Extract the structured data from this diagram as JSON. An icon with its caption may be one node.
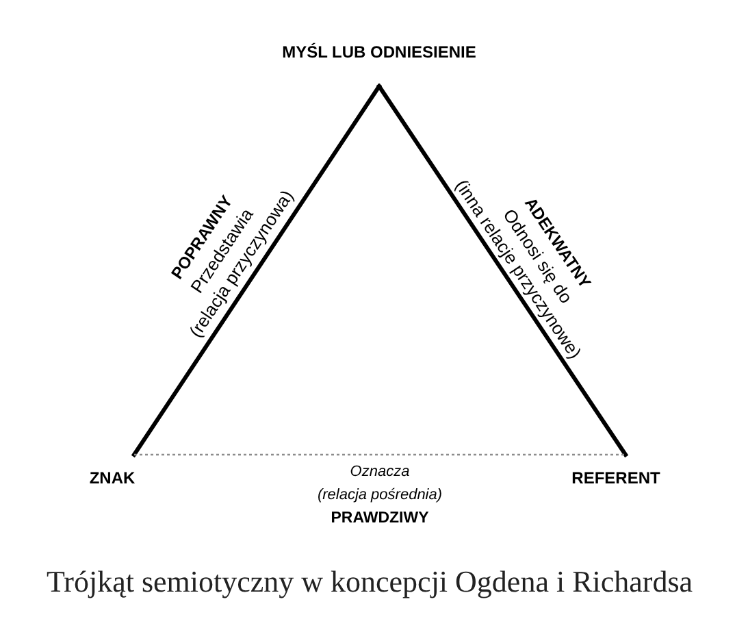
{
  "diagram": {
    "nodes": [
      {
        "text": [
          "MYŚL LUB ODNIESIENIE"
        ]
      },
      {
        "text": [
          "ZNAK"
        ]
      },
      {
        "text": [
          "REFERENT"
        ]
      }
    ],
    "edges": [
      {
        "from": 1,
        "to": 0,
        "arrow": "none",
        "label": "**POPRAWNY** Przedstawia (relacja przyczynowa)"
      },
      {
        "from": 0,
        "to": 2,
        "arrow": "none",
        "label": "**ADEKWATNY** Odnosi się do (inna relacje przyczynowe)"
      },
      {
        "from": 1,
        "to": 2,
        "arrow": "none",
        "label": "*Oznacza (relacja pośrednia)* **PRAWDZIWY**",
        "style": "dashed",
        "color": "#8c8c8c"
      }
    ],
    "caption": "Trójkąt semiotyczny w koncepcji Ogdena i Richardsa"
  }
}
